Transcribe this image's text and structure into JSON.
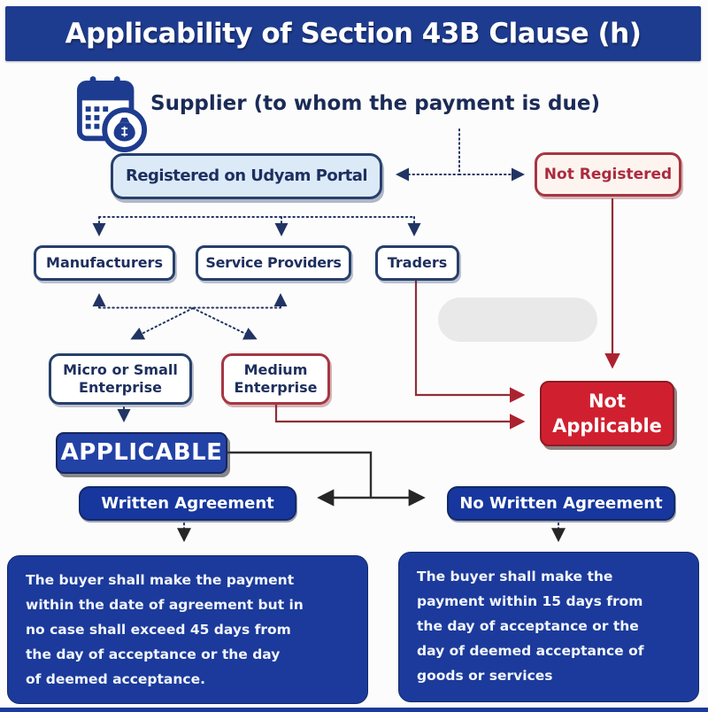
{
  "title": "Applicability of Section 43B Clause (h)",
  "supplier": {
    "icon": "calendar-money-icon",
    "heading": "Supplier (to whom the payment is due)"
  },
  "nodes": {
    "registered": "Registered on Udyam Portal",
    "not_registered": "Not Registered",
    "manufacturers": "Manufacturers",
    "service_providers": "Service Providers",
    "traders": "Traders",
    "micro_small": "Micro or Small\nEnterprise",
    "medium": "Medium\nEnterprise",
    "applicable": "APPLICABLE",
    "not_applicable": "Not\nApplicable",
    "written": "Written Agreement",
    "no_written": "No Written Agreement",
    "written_detail": "The buyer shall make the payment\nwithin the date of agreement but in\nno case shall exceed 45 days from\nthe day of acceptance or the day\nof deemed acceptance.",
    "no_written_detail": "The buyer shall make the\npayment within 15 days from\nthe day of acceptance or the\nday of deemed acceptance of\ngoods or services"
  },
  "colors": {
    "header_navy": "#1e3c8f",
    "royal_blue_fill": "#1b3a9b",
    "applicable_blue": "#2342a6",
    "light_blue_fill": "#dceaf8",
    "navy_border": "#27406b",
    "navy_text": "#1d2f5e",
    "red_fill": "#d02030",
    "red_border": "#a53742",
    "red_text": "#ab2b3e",
    "red_line": "#8f2e37",
    "dark_line": "#2e2e2e",
    "watermark_gray": "#e9e9e9"
  }
}
